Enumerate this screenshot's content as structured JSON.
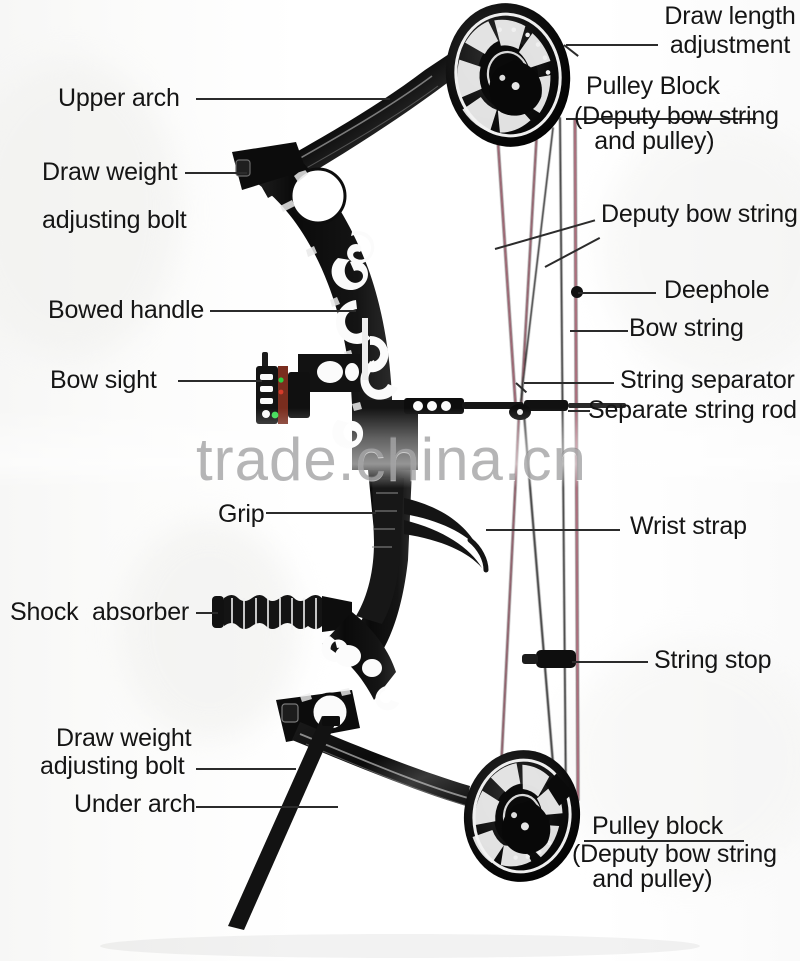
{
  "image": {
    "subject": "Compound bow parts diagram",
    "watermark": "trade.china.cn",
    "background_color": "#fdfdfd",
    "label_color": "#151515",
    "leader_color": "#2b2b2b",
    "bow_color": "#111111",
    "string_main_color": "#4a4a4a",
    "string_accent_color": "#e4839a"
  },
  "labels": {
    "draw_length_adjustment": "Draw length\nadjustment",
    "pulley_block_top": "Pulley Block",
    "pulley_block_top_sub": "(Deputy bow string\n   and pulley)",
    "deputy_bow_string": "Deputy bow string",
    "deephole": "Deephole",
    "bow_string": "Bow string",
    "string_separator": "String separator",
    "separate_string_rod": "Separate string rod",
    "wrist_strap": "Wrist strap",
    "string_stop": "String stop",
    "pulley_block_bottom": "Pulley block",
    "pulley_block_bottom_sub": "(Deputy bow string\n   and pulley)",
    "upper_arch": "Upper arch",
    "draw_weight_adjusting_bolt_top": "Draw weight",
    "draw_weight_adjusting_bolt_top2": "adjusting bolt",
    "bowed_handle": "Bowed handle",
    "bow_sight": "Bow sight",
    "grip": "Grip",
    "shock_absorber": "Shock  absorber",
    "draw_weight_adjusting_bolt_bottom": "Draw weight",
    "draw_weight_adjusting_bolt_bottom2": "adjusting bolt",
    "under_arch": "Under arch"
  }
}
